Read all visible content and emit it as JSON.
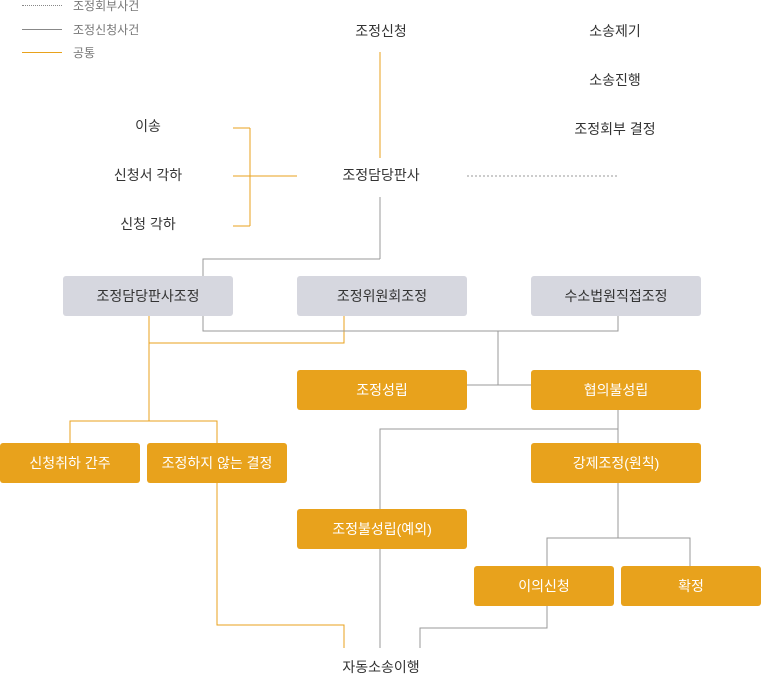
{
  "legend": [
    {
      "label": "조정회부사건",
      "color": "#888888",
      "style": "dotted"
    },
    {
      "label": "조정신청사건",
      "color": "#888888",
      "style": "solid"
    },
    {
      "label": "공통",
      "color": "#e8a21c",
      "style": "solid"
    }
  ],
  "nodes": {
    "apply": "조정신청",
    "lawsuit": "소송제기",
    "lawsuit_progress": "소송진행",
    "referral_decision": "조정회부 결정",
    "transfer": "이송",
    "petition_reject": "신청서 각하",
    "application_reject": "신청 각하",
    "judge": "조정담당판사",
    "judge_mediation": "조정담당판사조정",
    "committee_mediation": "위원회조정",
    "committee_prefix": "조정",
    "court_direct": "수소법원직접조정",
    "mediation_success": "조정성립",
    "agreement_fail": "협의불성립",
    "withdrawal": "신청취하 간주",
    "no_mediation_decision": "조정하지 않는 결정",
    "forced_mediation": "강제조정(원칙)",
    "mediation_fail": "조정불성립(예외)",
    "objection": "이의신청",
    "finalized": "확정",
    "auto_lawsuit": "자동소송이행"
  },
  "colors": {
    "line_gray": "#999999",
    "line_orange": "#e8a21c",
    "box_gray": "#d6d7df",
    "box_orange": "#e8a21c"
  }
}
